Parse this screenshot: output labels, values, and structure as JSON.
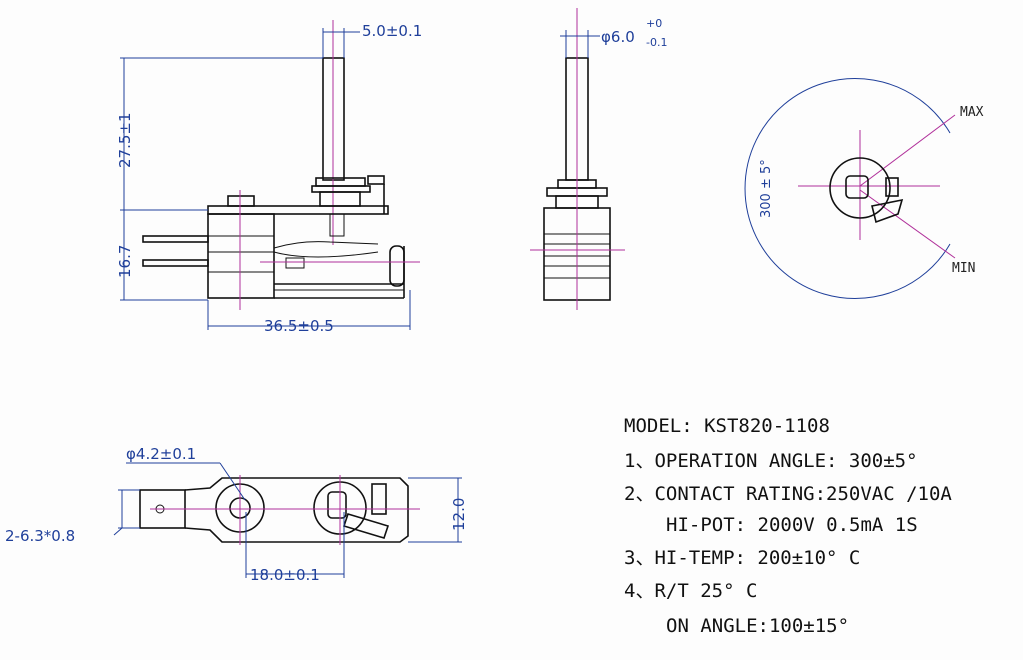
{
  "dims": {
    "shaft_width": "5.0±0.1",
    "shaft_dia_main": "φ6.0",
    "shaft_dia_tol_upper": "+0",
    "shaft_dia_tol_lower": "-0.1",
    "shaft_length": "27.5±1",
    "body_height": "16.7",
    "body_length": "36.5±0.5",
    "rotation_angle": "300 ± 5°",
    "max_label": "MAX",
    "min_label": "MIN",
    "hole_dia": "φ4.2±0.1",
    "terminals": "2-6.3*0.8",
    "hole_spacing": "18.0±0.1",
    "body_width": "12.0"
  },
  "specs": {
    "model": "MODEL: KST820-1108",
    "line1": "1、OPERATION ANGLE: 300±5°",
    "line2": "2、CONTACT RATING:250VAC /10A",
    "line2b": "HI-POT: 2000V  0.5mA 1S",
    "line3": "3、HI-TEMP: 200±10° C",
    "line4": "4、R/T 25° C",
    "line4b": "ON ANGLE:100±15°"
  }
}
